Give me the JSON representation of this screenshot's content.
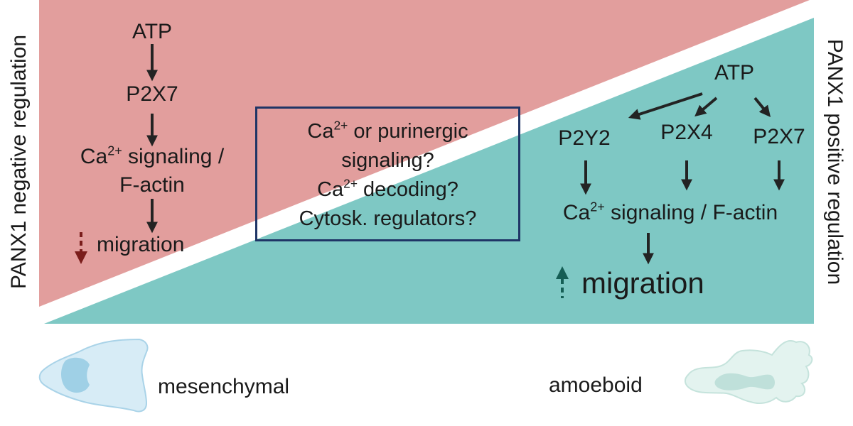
{
  "colors": {
    "negative_region": "#e29e9d",
    "positive_region": "#7ec8c4",
    "arrow": "#232323",
    "down_arrow": "#7a1d1b",
    "up_arrow": "#155e55",
    "box_border": "#1f3566",
    "cell_fill": "#d7ecf6",
    "cell_stroke": "#a9d3e8",
    "cell_nucleus": "#9fd0e6",
    "amoeboid_fill": "#e3f3ef",
    "amoeboid_nucleus": "#bfe0da"
  },
  "side_labels": {
    "left": "PANX1 negative regulation",
    "right": "PANX1 positive regulation"
  },
  "negative_pathway": {
    "atp": "ATP",
    "receptor": "P2X7",
    "signal_prefix": "Ca",
    "signal_sup": "2+",
    "signal_suffix": " signaling /",
    "signal_line2": "F-actin",
    "outcome": "migration"
  },
  "question_box": {
    "line1_prefix": "Ca",
    "line1_sup": "2+",
    "line1_suffix": " or purinergic",
    "line2": "signaling?",
    "line3_prefix": "Ca",
    "line3_sup": "2+",
    "line3_suffix": " decoding?",
    "line4": "Cytosk. regulators?"
  },
  "positive_pathway": {
    "atp": "ATP",
    "receptors": [
      "P2Y2",
      "P2X4",
      "P2X7"
    ],
    "signal_prefix": "Ca",
    "signal_sup": "2+",
    "signal_suffix": " signaling / F-actin",
    "outcome": "migration"
  },
  "cell_types": {
    "left": "mesenchymal",
    "right": "amoeboid"
  },
  "icons": {
    "left_cell": "mesenchymal-cell-icon",
    "right_cell": "amoeboid-cell-icon"
  }
}
